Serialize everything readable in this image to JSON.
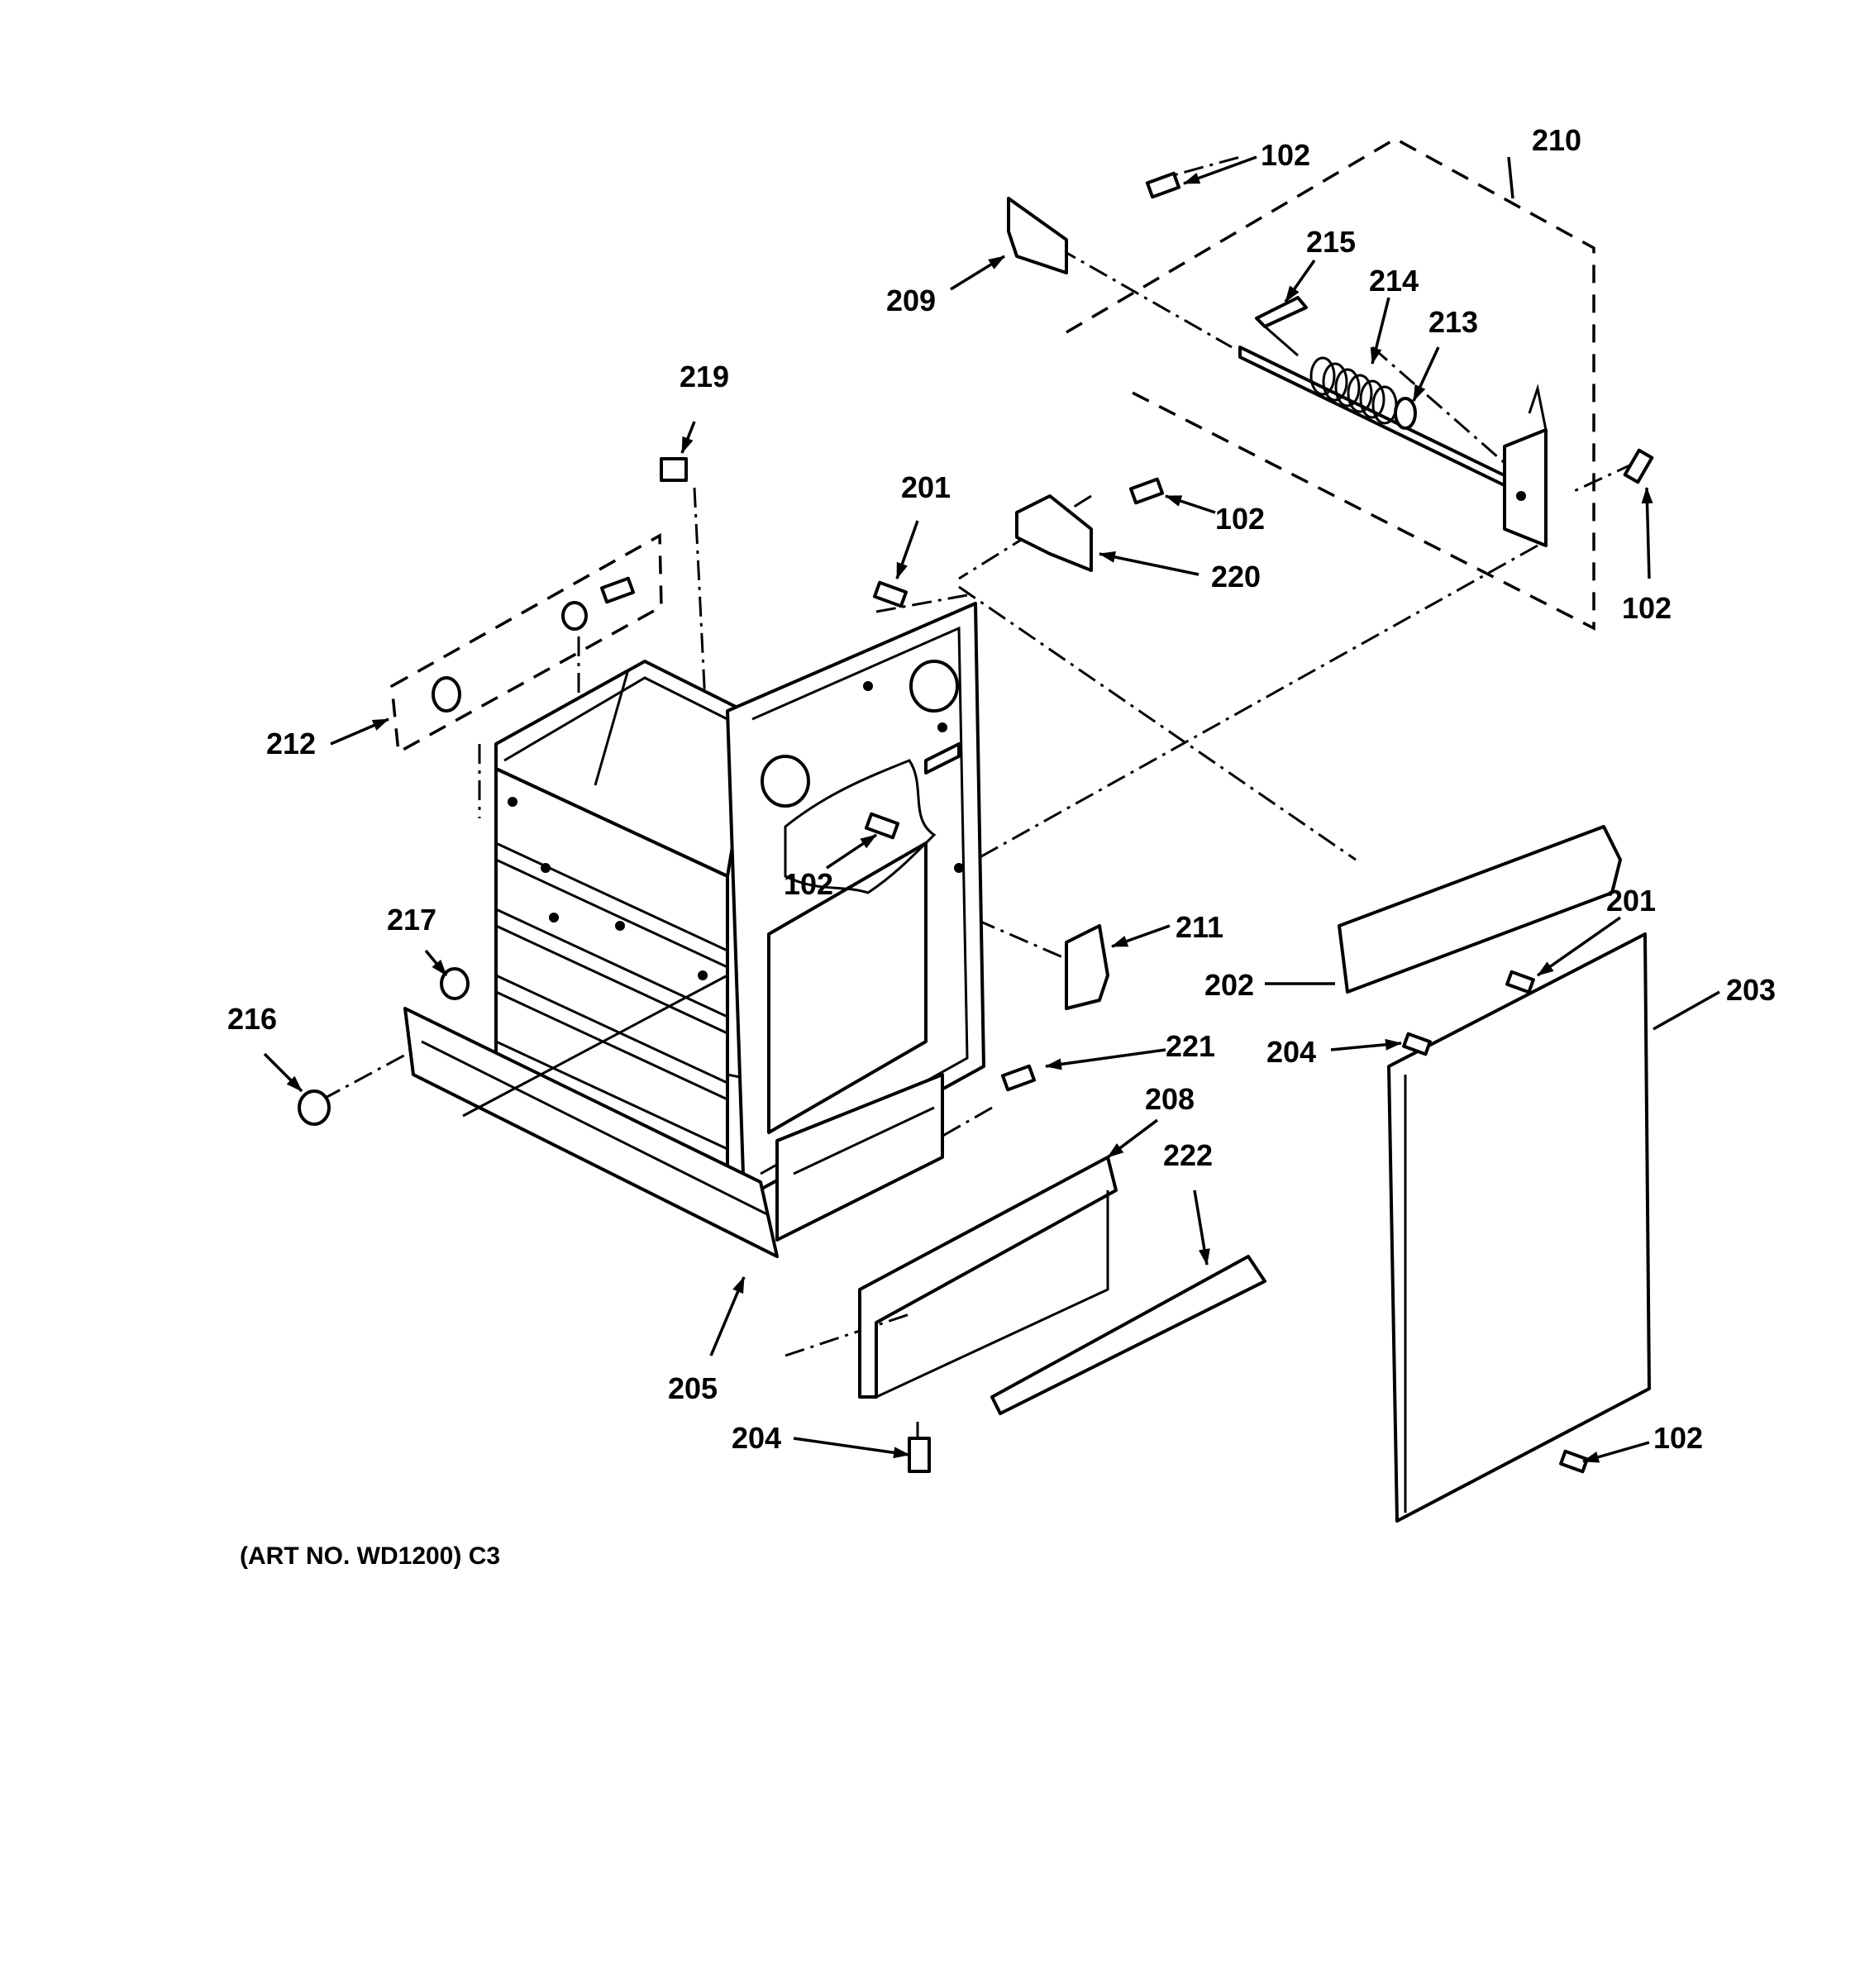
{
  "labels": {
    "l102_a": "102",
    "l210": "210",
    "l215": "215",
    "l214": "214",
    "l213": "213",
    "l209": "209",
    "l219": "219",
    "l201_a": "201",
    "l102_b": "102",
    "l220": "220",
    "l102_c": "102",
    "l212": "212",
    "l102_d": "102",
    "l217": "217",
    "l216": "216",
    "l211": "211",
    "l201_b": "201",
    "l202": "202",
    "l203": "203",
    "l204_a": "204",
    "l221": "221",
    "l208": "208",
    "l222": "222",
    "l205": "205",
    "l204_b": "204",
    "l102_e": "102"
  },
  "art_number": "(ART NO. WD1200) C3",
  "colors": {
    "ink": "#000000",
    "background": "#ffffff"
  }
}
